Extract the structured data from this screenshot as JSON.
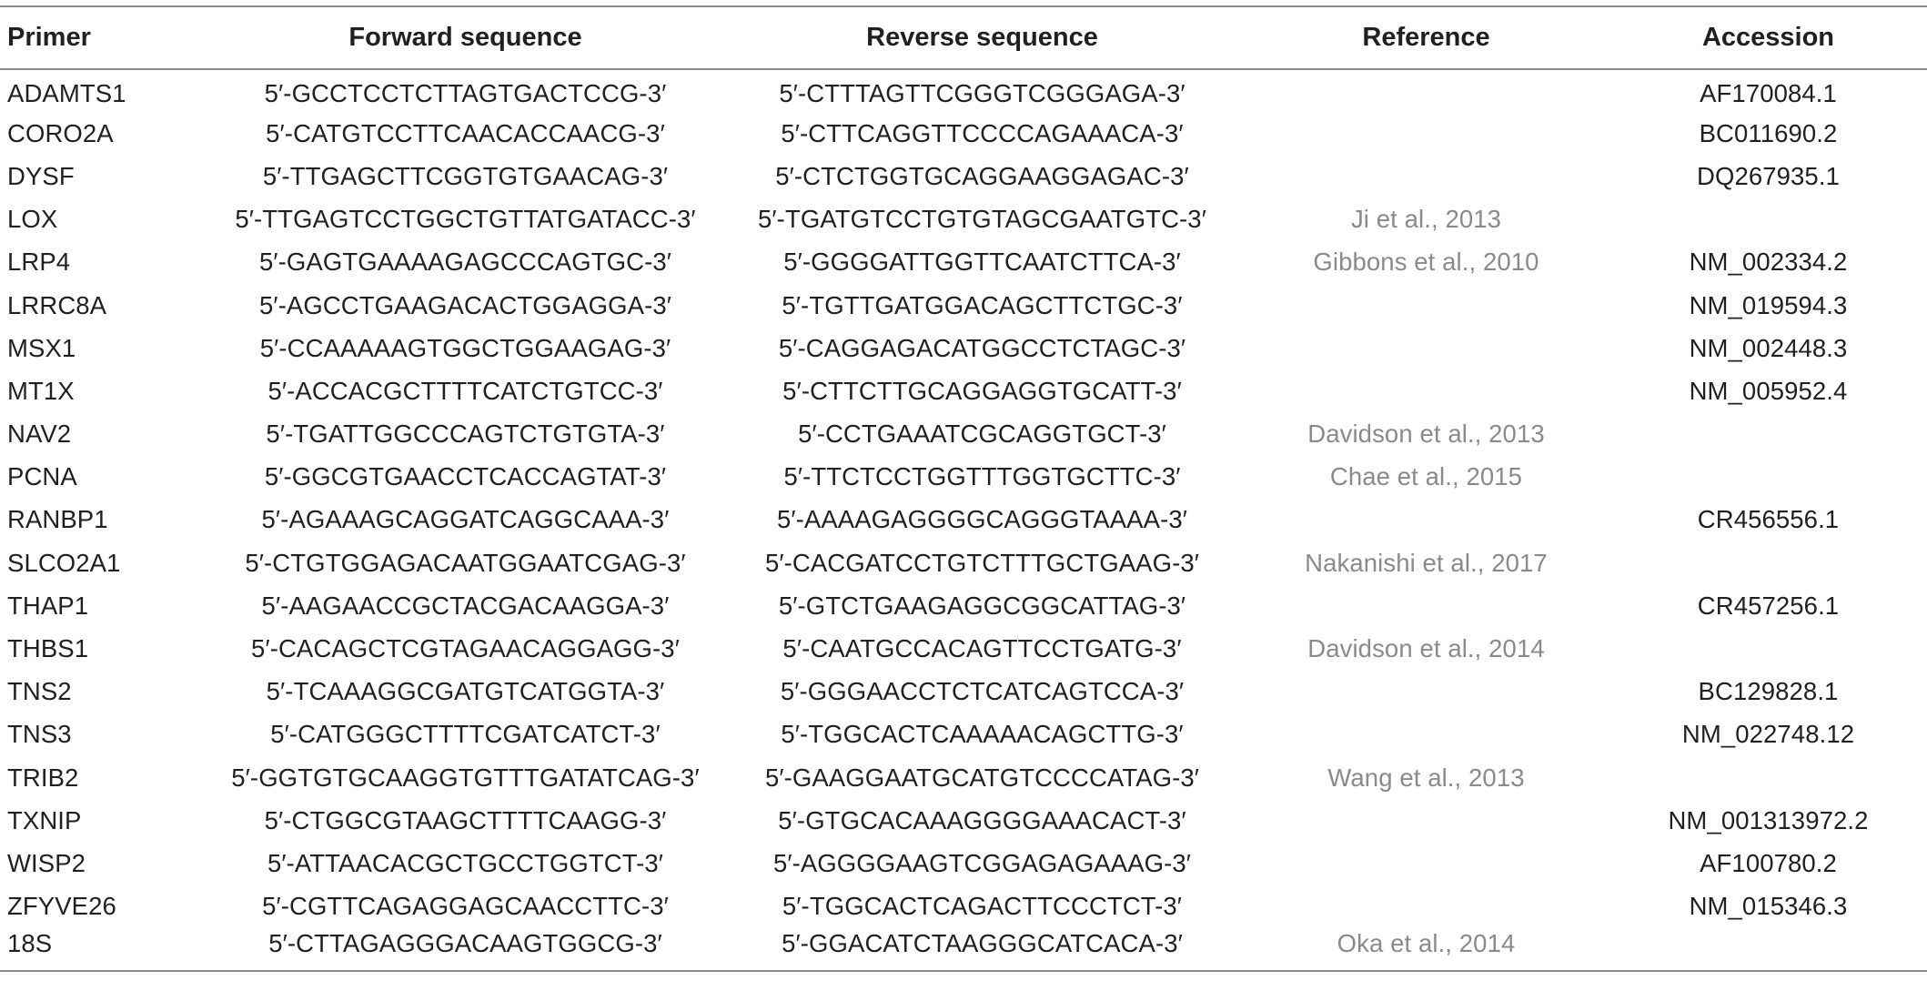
{
  "table": {
    "headers": {
      "primer": "Primer",
      "forward": "Forward sequence",
      "reverse": "Reverse sequence",
      "reference": "Reference",
      "accession": "Accession"
    },
    "rows": [
      {
        "primer": "ADAMTS1",
        "forward": "5′-GCCTCCTCTTAGTGACTCCG-3′",
        "reverse": "5′-CTTTAGTTCGGGTCGGGAGA-3′",
        "reference": "",
        "accession": "AF170084.1"
      },
      {
        "primer": "CORO2A",
        "forward": "5′-CATGTCCTTCAACACCAACG-3′",
        "reverse": "5′-CTTCAGGTTCCCCAGAAACA-3′",
        "reference": "",
        "accession": "BC011690.2"
      },
      {
        "primer": "DYSF",
        "forward": "5′-TTGAGCTTCGGTGTGAACAG-3′",
        "reverse": "5′-CTCTGGTGCAGGAAGGAGAC-3′",
        "reference": "",
        "accession": "DQ267935.1"
      },
      {
        "primer": "LOX",
        "forward": "5′-TTGAGTCCTGGCTGTTATGATACC-3′",
        "reverse": "5′-TGATGTCCTGTGTAGCGAATGTC-3′",
        "reference": "Ji et al., 2013",
        "accession": ""
      },
      {
        "primer": "LRP4",
        "forward": "5′-GAGTGAAAAGAGCCCAGTGC-3′",
        "reverse": "5′-GGGGATTGGTTCAATCTTCA-3′",
        "reference": "Gibbons et al., 2010",
        "accession": "NM_002334.2"
      },
      {
        "primer": "LRRC8A",
        "forward": "5′-AGCCTGAAGACACTGGAGGA-3′",
        "reverse": "5′-TGTTGATGGACAGCTTCTGC-3′",
        "reference": "",
        "accession": "NM_019594.3"
      },
      {
        "primer": "MSX1",
        "forward": "5′-CCAAAAAGTGGCTGGAAGAG-3′",
        "reverse": "5′-CAGGAGACATGGCCTCTAGC-3′",
        "reference": "",
        "accession": "NM_002448.3"
      },
      {
        "primer": "MT1X",
        "forward": "5′-ACCACGCTTTTCATCTGTCC-3′",
        "reverse": "5′-CTTCTTGCAGGAGGTGCATT-3′",
        "reference": "",
        "accession": "NM_005952.4"
      },
      {
        "primer": "NAV2",
        "forward": "5′-TGATTGGCCCAGTCTGTGTA-3′",
        "reverse": "5′-CCTGAAATCGCAGGTGCT-3′",
        "reference": "Davidson et al., 2013",
        "accession": ""
      },
      {
        "primer": "PCNA",
        "forward": "5′-GGCGTGAACCTCACCAGTAT-3′",
        "reverse": "5′-TTCTCCTGGTTTGGTGCTTC-3′",
        "reference": "Chae et al., 2015",
        "accession": ""
      },
      {
        "primer": "RANBP1",
        "forward": "5′-AGAAAGCAGGATCAGGCAAA-3′",
        "reverse": "5′-AAAAGAGGGGCAGGGTAAAA-3′",
        "reference": "",
        "accession": "CR456556.1"
      },
      {
        "primer": "SLCO2A1",
        "forward": "5′-CTGTGGAGACAATGGAATCGAG-3′",
        "reverse": "5′-CACGATCCTGTCTTTGCTGAAG-3′",
        "reference": "Nakanishi et al., 2017",
        "accession": ""
      },
      {
        "primer": "THAP1",
        "forward": "5′-AAGAACCGCTACGACAAGGA-3′",
        "reverse": "5′-GTCTGAAGAGGCGGCATTAG-3′",
        "reference": "",
        "accession": "CR457256.1"
      },
      {
        "primer": "THBS1",
        "forward": "5′-CACAGCTCGTAGAACAGGAGG-3′",
        "reverse": "5′-CAATGCCACAGTTCCTGATG-3′",
        "reference": "Davidson et al., 2014",
        "accession": ""
      },
      {
        "primer": "TNS2",
        "forward": "5′-TCAAAGGCGATGTCATGGTA-3′",
        "reverse": "5′-GGGAACCTCTCATCAGTCCA-3′",
        "reference": "",
        "accession": "BC129828.1"
      },
      {
        "primer": "TNS3",
        "forward": "5′-CATGGGCTTTTCGATCATCT-3′",
        "reverse": "5′-TGGCACTCAAAAACAGCTTG-3′",
        "reference": "",
        "accession": "NM_022748.12"
      },
      {
        "primer": "TRIB2",
        "forward": "5′-GGTGTGCAAGGTGTTTGATATCAG-3′",
        "reverse": "5′-GAAGGAATGCATGTCCCCATAG-3′",
        "reference": "Wang et al., 2013",
        "accession": ""
      },
      {
        "primer": "TXNIP",
        "forward": "5′-CTGGCGTAAGCTTTTCAAGG-3′",
        "reverse": "5′-GTGCACAAAGGGGAAACACT-3′",
        "reference": "",
        "accession": "NM_001313972.2"
      },
      {
        "primer": "WISP2",
        "forward": "5′-ATTAACACGCTGCCTGGTCT-3′",
        "reverse": "5′-AGGGGAAGTCGGAGAGAAAG-3′",
        "reference": "",
        "accession": "AF100780.2"
      },
      {
        "primer": "ZFYVE26",
        "forward": "5′-CGTTCAGAGGAGCAACCTTC-3′",
        "reverse": "5′-TGGCACTCAGACTTCCCTCT-3′",
        "reference": "",
        "accession": "NM_015346.3"
      },
      {
        "primer": "18S",
        "forward": "5′-CTTAGAGGGACAAGTGGCG-3′",
        "reverse": "5′-GGACATCTAAGGGCATCACA-3′",
        "reference": "Oka et al., 2014",
        "accession": ""
      }
    ]
  },
  "colors": {
    "text": "#231f20",
    "reference_link": "#8a8a8a",
    "rule": "#8c8c8c"
  }
}
